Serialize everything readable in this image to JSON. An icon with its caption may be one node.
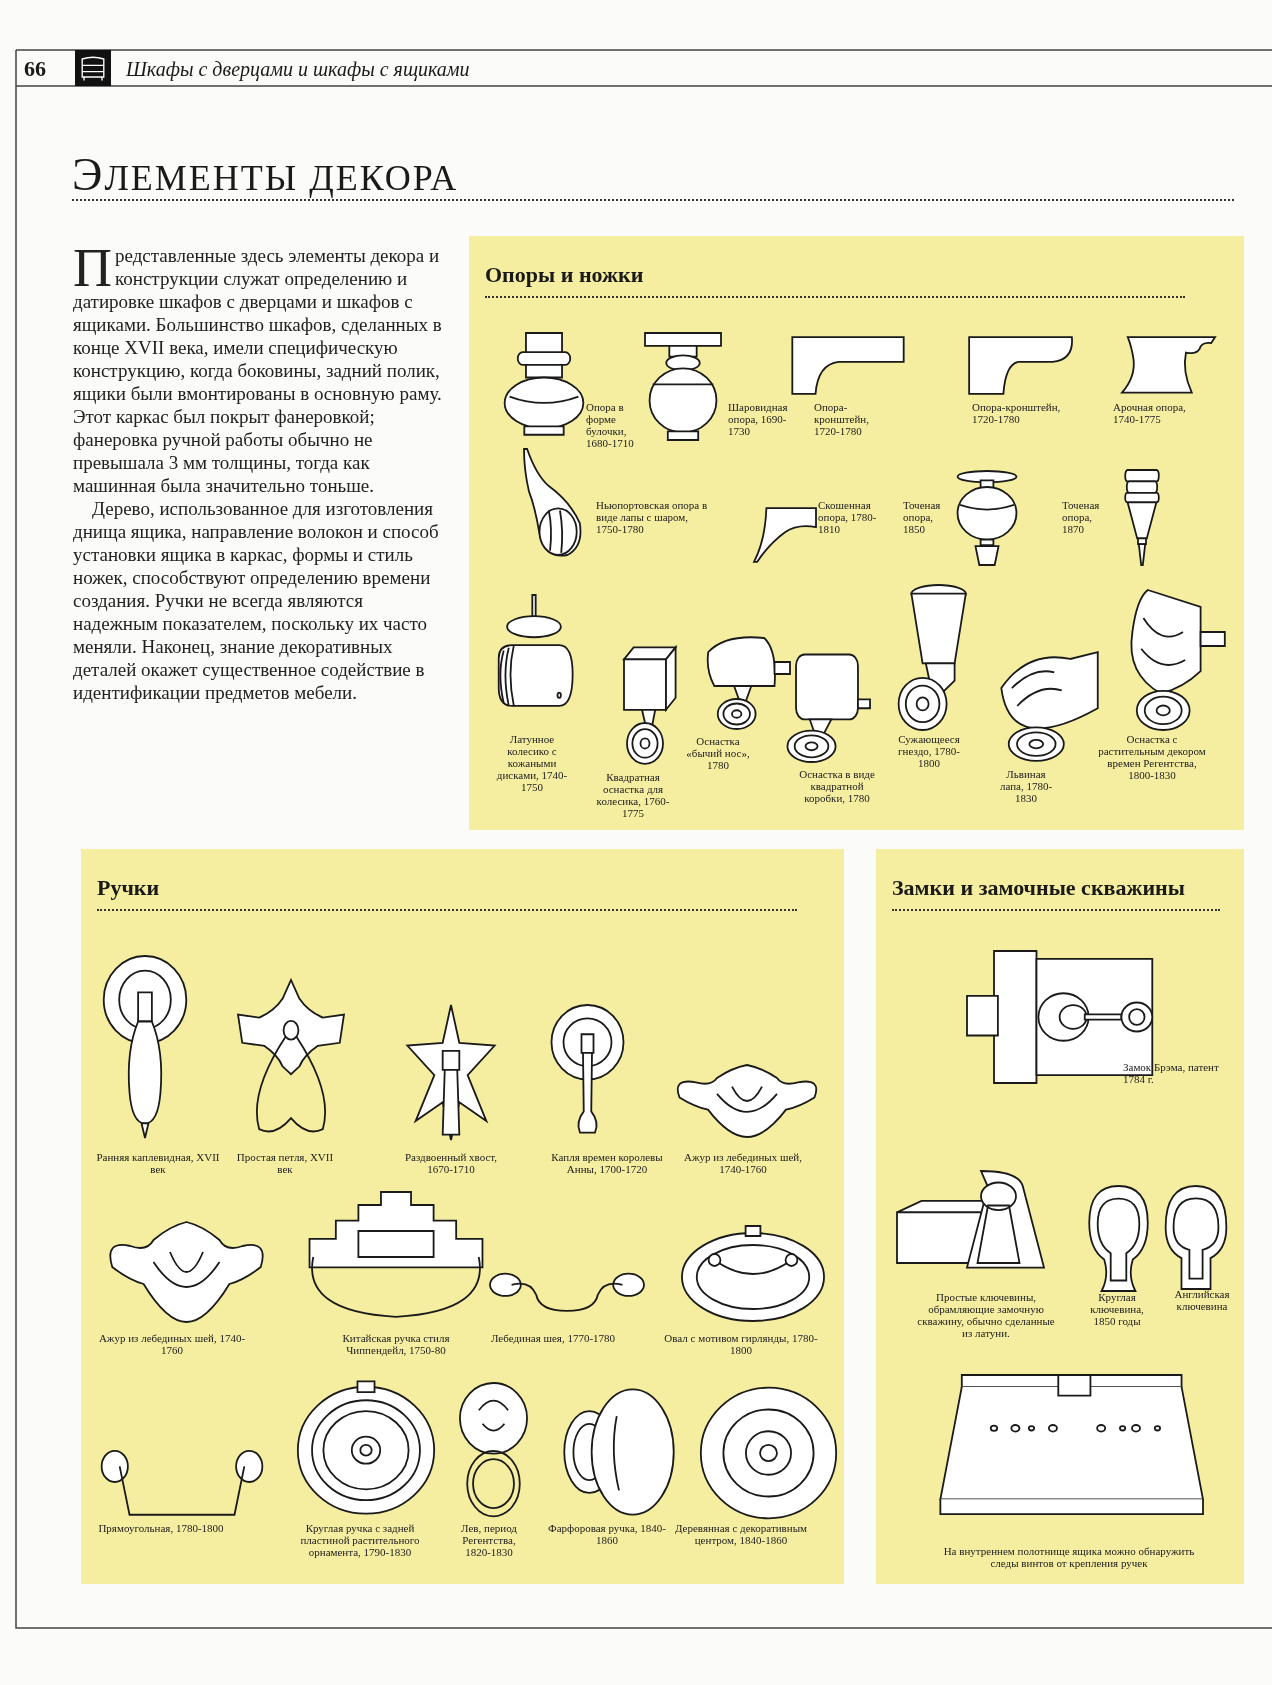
{
  "diagram": {
    "title": "ЭЛЕМЕНТЫ ДЕКОРА",
    "nodes": [
      {
        "text": [
          "Опоры и ножки"
        ]
      },
      {
        "text": [
          "Ручки"
        ]
      },
      {
        "text": [
          "Замки и замочные скважины"
        ]
      },
      {
        "text": [],
        "shape": "picture",
        "in": 0,
        "beside": [
          "Опора в форме булочки, 1680-1710"
        ]
      },
      {
        "text": [],
        "shape": "picture",
        "in": 0,
        "beside": [
          "Шаровидная опора, 1690-1730"
        ]
      },
      {
        "text": [],
        "shape": "picture",
        "in": 0,
        "beside": [
          "Опора-кронштейн, 1720-1780"
        ]
      },
      {
        "text": [],
        "shape": "picture",
        "in": 0,
        "beside": [
          "Опора-кронштейн, 1720-1780"
        ]
      },
      {
        "text": [],
        "shape": "picture",
        "in": 0,
        "beside": [
          "Арочная опора, 1740-1775"
        ]
      },
      {
        "text": [],
        "shape": "picture",
        "in": 0,
        "beside": [
          "Ньюпортовская опора в виде лапы с шаром, 1750-1780"
        ]
      },
      {
        "text": [],
        "shape": "picture",
        "in": 0,
        "beside": [
          "Скошенная опора, 1780-1810"
        ]
      },
      {
        "text": [],
        "shape": "picture",
        "in": 0,
        "beside": [
          "Точеная опора, 1850"
        ]
      },
      {
        "text": [],
        "shape": "picture",
        "in": 0,
        "beside": [
          "Точеная опора, 1870"
        ]
      },
      {
        "text": [],
        "shape": "picture",
        "in": 0,
        "beside": [
          "Латунное колесико с кожаными дисками, 1740-1750"
        ]
      },
      {
        "text": [],
        "shape": "picture",
        "in": 0,
        "beside": [
          "Квадратная оснастка для колесика, 1760-1775"
        ]
      },
      {
        "text": [],
        "shape": "picture",
        "in": 0,
        "beside": [
          "Оснастка «бычий нос», 1780"
        ]
      },
      {
        "text": [],
        "shape": "picture",
        "in": 0,
        "beside": [
          "Оснастка в виде квадратной коробки, 1780"
        ]
      },
      {
        "text": [],
        "shape": "picture",
        "in": 0,
        "beside": [
          "Сужающееся гнездо, 1780-1800"
        ]
      },
      {
        "text": [],
        "shape": "picture",
        "in": 0,
        "beside": [
          "Львиная лапа, 1780-1830"
        ]
      },
      {
        "text": [],
        "shape": "picture",
        "in": 0,
        "beside": [
          "Оснастка с растительным декором времен Регентства, 1800-1830"
        ]
      },
      {
        "text": [],
        "shape": "picture",
        "in": 1,
        "beside": [
          "Ранняя каплевидная, XVII век"
        ]
      },
      {
        "text": [],
        "shape": "picture",
        "in": 1,
        "beside": [
          "Простая петля, XVII век"
        ]
      },
      {
        "text": [],
        "shape": "picture",
        "in": 1,
        "beside": [
          "Раздвоенный хвост, 1670-1710"
        ]
      },
      {
        "text": [],
        "shape": "picture",
        "in": 1,
        "beside": [
          "Капля времен королевы Анны, 1700-1720"
        ]
      },
      {
        "text": [],
        "shape": "picture",
        "in": 1,
        "beside": [
          "Ажур из лебединых шей, 1740-1760"
        ]
      },
      {
        "text": [],
        "shape": "picture",
        "in": 1,
        "beside": [
          "Ажур из лебединых шей, 1740-1760"
        ]
      },
      {
        "text": [],
        "shape": "picture",
        "in": 1,
        "beside": [
          "Китайская ручка стиля Чиппендейл, 1750-80"
        ]
      },
      {
        "text": [],
        "shape": "picture",
        "in": 1,
        "beside": [
          "Лебединая шея, 1770-1780"
        ]
      },
      {
        "text": [],
        "shape": "picture",
        "in": 1,
        "beside": [
          "Овал с мотивом гирлянды, 1780-1800"
        ]
      },
      {
        "text": [],
        "shape": "picture",
        "in": 1,
        "beside": [
          "Прямоугольная, 1780-1800"
        ]
      },
      {
        "text": [],
        "shape": "picture",
        "in": 1,
        "beside": [
          "Круглая ручка с задней пластиной растительного орнамента, 1790-1830"
        ]
      },
      {
        "text": [],
        "shape": "picture",
        "in": 1,
        "beside": [
          "Лев, период Регентства, 1820-1830"
        ]
      },
      {
        "text": [],
        "shape": "picture",
        "in": 1,
        "beside": [
          "Фарфоровая ручка, 1840-1860"
        ]
      },
      {
        "text": [],
        "shape": "picture",
        "in": 1,
        "beside": [
          "Деревянная с декоративным центром, 1840-1860"
        ]
      },
      {
        "text": [],
        "shape": "picture",
        "in": 2,
        "beside": [
          "Замок Брэма, патент 1784 г."
        ]
      },
      {
        "text": [],
        "shape": "picture",
        "in": 2,
        "beside": [
          "Простые ключевины, обрамляющие замочную скважину, обычно сделанные из латуни."
        ]
      },
      {
        "text": [],
        "shape": "picture",
        "in": 2,
        "beside": [
          "Круглая ключевина, 1850 годы"
        ]
      },
      {
        "text": [],
        "shape": "picture",
        "in": 2,
        "beside": [
          "Английская ключевина"
        ]
      },
      {
        "text": [],
        "shape": "picture",
        "in": 2,
        "beside": [
          "На внутреннем полотнище ящика можно обнаружить следы винтов от крепления ручек"
        ]
      }
    ],
    "labels": [
      "66",
      "Шкафы с дверцами и шкафы с ящиками",
      "Представленные здесь элементы декора и конструкции служат определению и датировке шкафов с дверцами и шкафов с ящиками. Большинство шкафов, сделанных в конце XVII века, имели специфическую конструкцию, когда боковины, задний полик, ящики были вмонтированы в основную раму. Этот каркас был покрыт фанеровкой; фанеровка ручной работы обычно не превышала 3 мм толщины, тогда как машинная была значительно тоньше.",
      "Дерево, использованное для изготовления днища ящика, направление волокон и способ установки ящика в каркас, формы и стиль ножек, способствуют определению времени создания. Ручки не всегда являются надежным показателем, поскольку их часто меняли. Наконец, знание декоративных деталей окажет существенное содействие в идентификации предметов мебели."
    ]
  }
}
